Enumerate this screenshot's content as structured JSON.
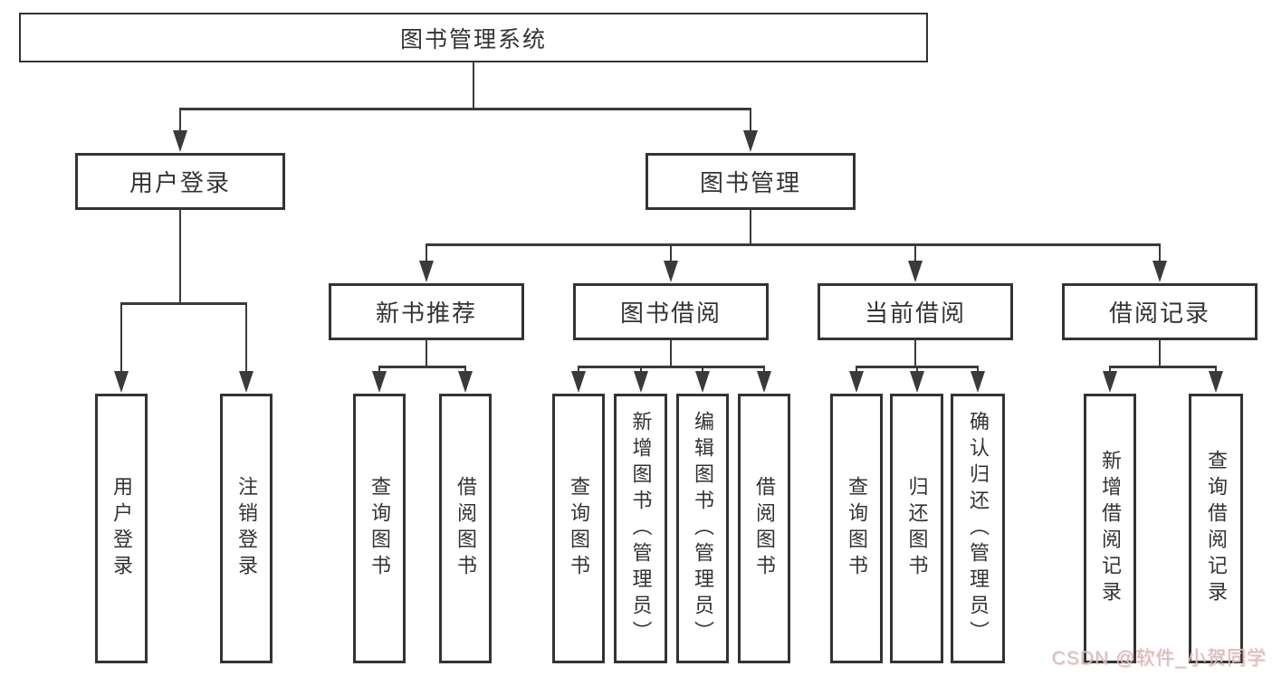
{
  "colors": {
    "line": "#3a3a3a",
    "box_border": "#333333",
    "text": "#333333",
    "background": "#ffffff",
    "watermark": "#d4bfc0"
  },
  "diagram": {
    "root": {
      "label": "图书管理系统"
    },
    "branches": [
      {
        "label": "用户登录",
        "children": [
          {
            "label": "用户登录"
          },
          {
            "label": "注销登录"
          }
        ]
      },
      {
        "label": "图书管理",
        "children": [
          {
            "label": "新书推荐",
            "children": [
              {
                "label": "查询图书"
              },
              {
                "label": "借阅图书"
              }
            ]
          },
          {
            "label": "图书借阅",
            "children": [
              {
                "label": "查询图书"
              },
              {
                "label": "新增图书（管理员）"
              },
              {
                "label": "编辑图书（管理员）"
              },
              {
                "label": "借阅图书"
              }
            ]
          },
          {
            "label": "当前借阅",
            "children": [
              {
                "label": "查询图书"
              },
              {
                "label": "归还图书"
              },
              {
                "label": "确认归还（管理员）"
              }
            ]
          },
          {
            "label": "借阅记录",
            "children": [
              {
                "label": "新增借阅记录"
              },
              {
                "label": "查询借阅记录"
              }
            ]
          }
        ]
      }
    ]
  },
  "watermark": {
    "text": "CSDN @软件_小贺同学"
  }
}
